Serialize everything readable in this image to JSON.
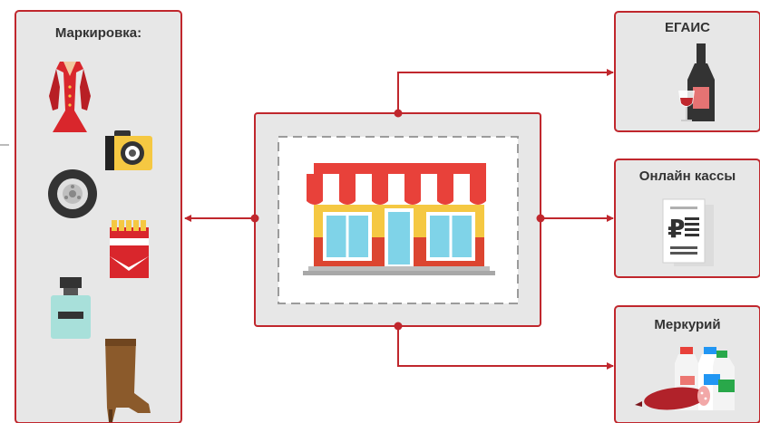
{
  "colors": {
    "frame": "#c0272d",
    "panel_bg": "#e7e7e7",
    "arrow": "#c0272d",
    "dashed": "#9b9b9b",
    "awning_red": "#e8413a",
    "store_yellow": "#f5c842",
    "glass": "#7fd3e8"
  },
  "left_panel": {
    "title": "Маркировка:",
    "items": [
      "coat-icon",
      "camera-icon",
      "tire-icon",
      "cigarettes-icon",
      "perfume-icon",
      "boot-icon"
    ]
  },
  "center": {
    "icon": "store-icon"
  },
  "right_panels": [
    {
      "title": "ЕГАИС",
      "icon": "wine-icon"
    },
    {
      "title": "Онлайн кассы",
      "icon": "receipt-icon"
    },
    {
      "title": "Меркурий",
      "icon": "dairy-sausage-icon"
    }
  ]
}
